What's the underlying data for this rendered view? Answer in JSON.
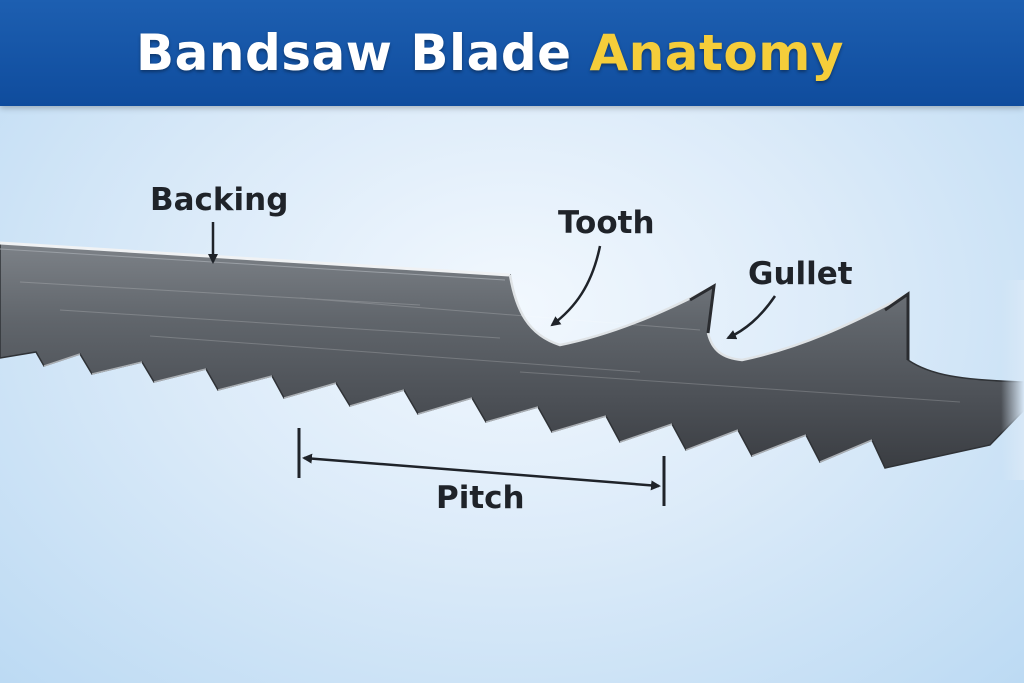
{
  "header": {
    "title_part1": "Bandsaw Blade",
    "title_part2": "Anatomy"
  },
  "labels": {
    "backing": "Backing",
    "tooth": "Tooth",
    "gullet": "Gullet",
    "pitch": "Pitch"
  },
  "colors": {
    "header_blue": "#0f4c9d",
    "title_accent": "#f5cd3a",
    "blade_steel": "#5c6066"
  }
}
